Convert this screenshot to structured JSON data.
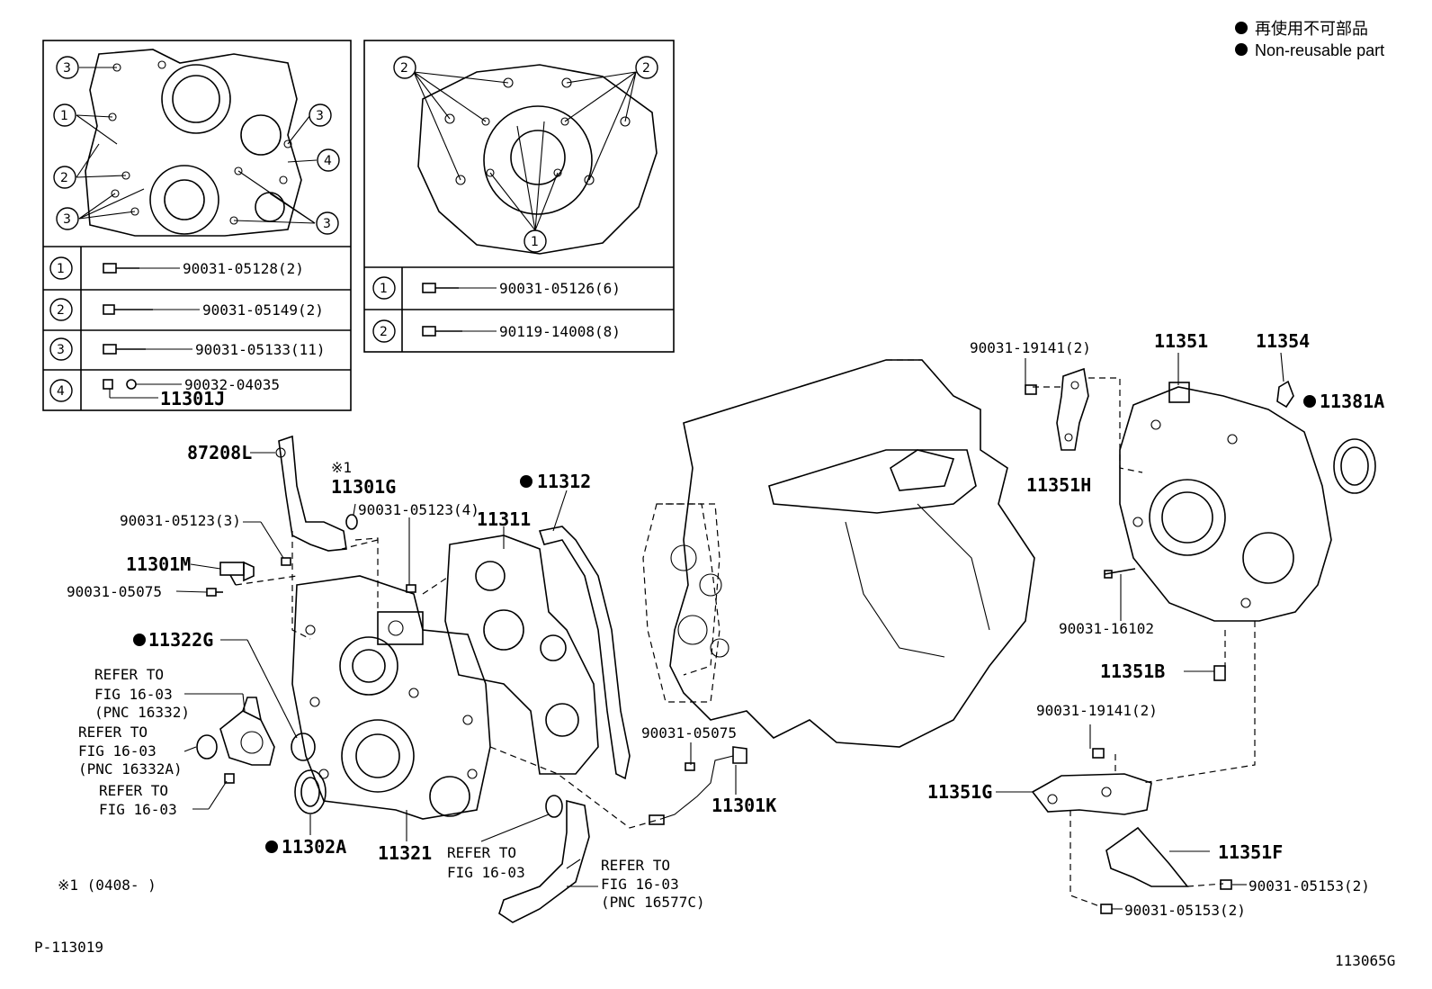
{
  "legend": {
    "line1": "再使用不可部品",
    "line2": "Non-reusable part"
  },
  "inset_left": {
    "rows": [
      {
        "index": "1",
        "part": "90031-05128(2)"
      },
      {
        "index": "2",
        "part": "90031-05149(2)"
      },
      {
        "index": "3",
        "part": "90031-05133(11)"
      },
      {
        "index": "4",
        "part": "90032-04035",
        "part2": "11301J"
      }
    ]
  },
  "inset_right": {
    "rows": [
      {
        "index": "1",
        "part": "90031-05126(6)"
      },
      {
        "index": "2",
        "part": "90119-14008(8)"
      }
    ]
  },
  "parts": {
    "p87208L": "87208L",
    "note_mark": "※1",
    "p11301G": "11301G",
    "p90031_05123_3": "90031-05123(3)",
    "p90031_05123_4": "90031-05123(4)",
    "p11311": "11311",
    "p11312": "11312",
    "p11301M": "11301M",
    "p90031_05075_a": "90031-05075",
    "p11322G": "11322G",
    "refer1": [
      "REFER TO",
      "FIG 16-03",
      "(PNC 16332)"
    ],
    "refer2": [
      "REFER TO",
      "FIG 16-03",
      "(PNC 16332A)"
    ],
    "refer3": [
      "REFER TO",
      "FIG 16-03"
    ],
    "p11302A": "11302A",
    "p11321": "11321",
    "refer4": [
      "REFER TO",
      "FIG 16-03"
    ],
    "refer5": [
      "REFER TO",
      "FIG 16-03",
      "(PNC 16577C)"
    ],
    "p90031_05075_b": "90031-05075",
    "p11301K": "11301K",
    "p90031_19141_a": "90031-19141(2)",
    "p11351": "11351",
    "p11354": "11354",
    "p11381A": "11381A",
    "p11351H": "11351H",
    "p90031_16102": "90031-16102",
    "p11351B": "11351B",
    "p90031_19141_b": "90031-19141(2)",
    "p11351G": "11351G",
    "p11351F": "11351F",
    "p90031_05153_a": "90031-05153(2)",
    "p90031_05153_b": "90031-05153(2)",
    "note": "※1 (0408-     )",
    "footer_left": "P-113019",
    "footer_right": "113065G"
  }
}
